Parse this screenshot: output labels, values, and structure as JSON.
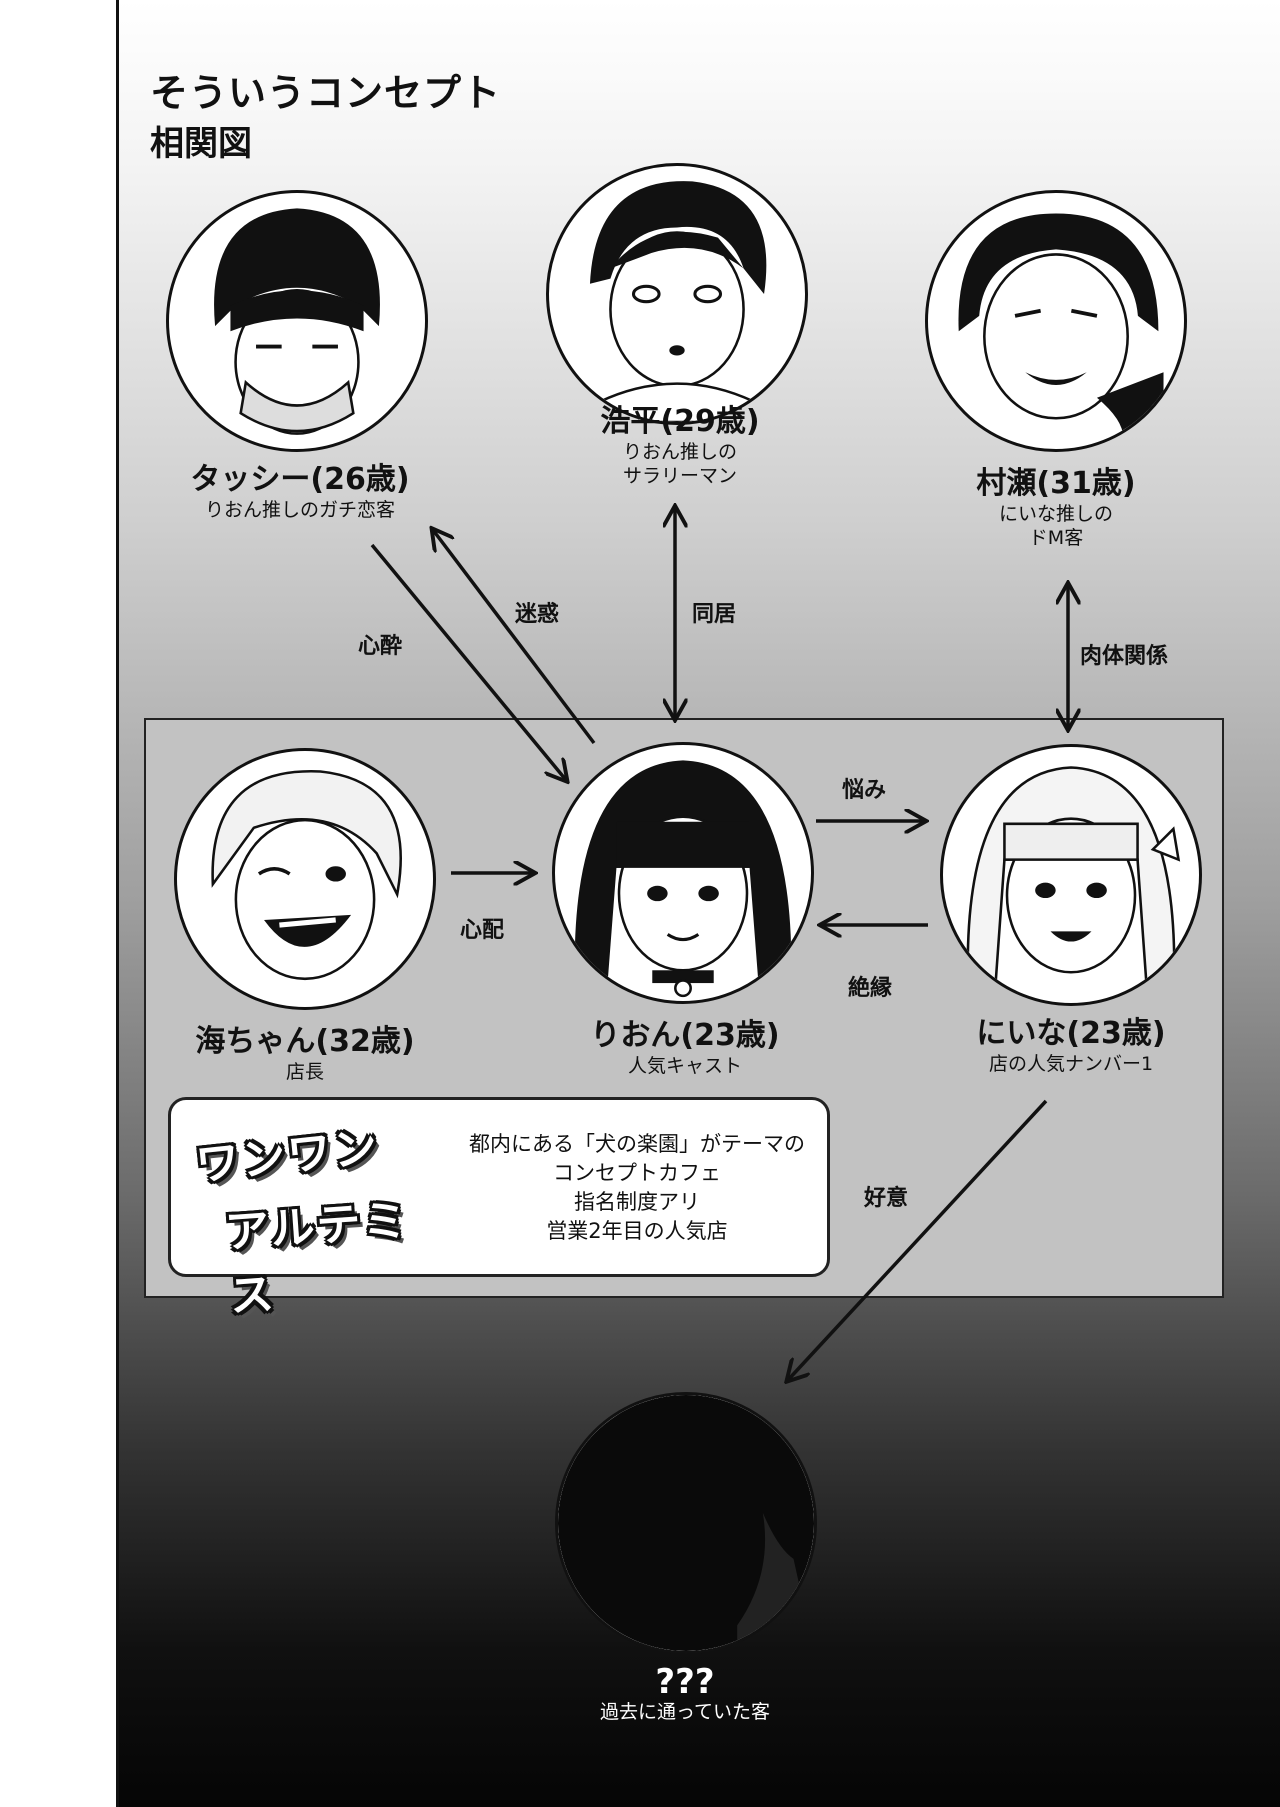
{
  "title": {
    "line1": "そういうコンセプト",
    "line2": "相関図"
  },
  "characters": {
    "tasshi": {
      "name": "タッシー(26歳)",
      "desc": "りおん推しのガチ恋客"
    },
    "kouhei": {
      "name": "浩平(29歳)",
      "desc1": "りおん推しの",
      "desc2": "サラリーマン"
    },
    "murase": {
      "name": "村瀬(31歳)",
      "desc1": "にいな推しの",
      "desc2": "ドM客"
    },
    "umi": {
      "name": "海ちゃん(32歳)",
      "desc": "店長"
    },
    "rion": {
      "name": "りおん(23歳)",
      "desc": "人気キャスト"
    },
    "niina": {
      "name": "にいな(23歳)",
      "desc": "店の人気ナンバー1"
    },
    "unknown": {
      "name": "???",
      "desc": "過去に通っていた客"
    }
  },
  "relations": {
    "tasshi_to_rion": "心酔",
    "rion_to_tasshi": "迷惑",
    "kouhei_rion": "同居",
    "murase_niina": "肉体関係",
    "rion_to_niina": "悩み",
    "niina_to_rion": "絶縁",
    "umi_to_rion": "心配",
    "niina_to_unknown": "好意"
  },
  "shop": {
    "logo_line1": "ワンワン",
    "logo_line2": "アルテミス",
    "info": [
      "都内にある「犬の楽園」がテーマの",
      "コンセプトカフェ",
      "指名制度アリ",
      "営業2年目の人気店"
    ]
  }
}
